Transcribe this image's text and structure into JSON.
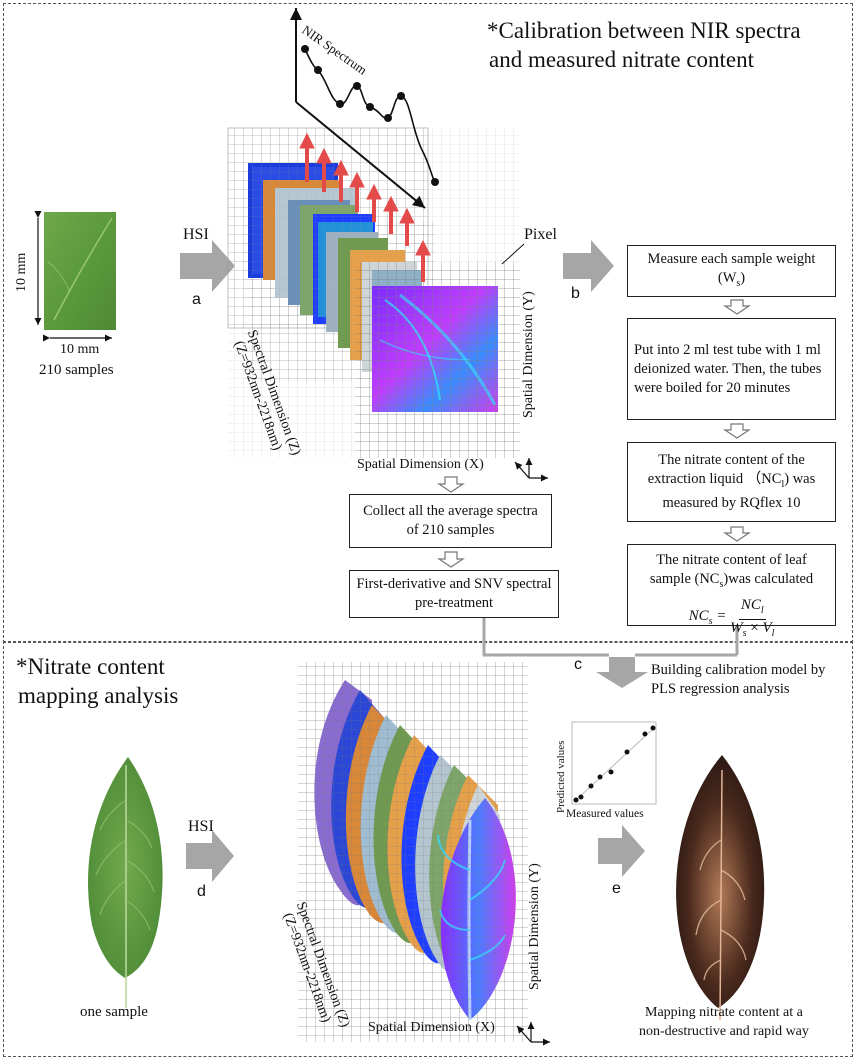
{
  "top_panel": {
    "title_line1": "*Calibration between NIR spectra",
    "title_line2": "and measured nitrate content",
    "nir_spectrum_label": "NIR Spectrum",
    "pixel_label": "Pixel",
    "sample_size_vertical": "10 mm",
    "sample_size_horizontal": "10 mm",
    "sample_count": "210 samples",
    "hsi_label": "HSI",
    "step_a": "a",
    "step_b": "b",
    "spectral_dimension_line1": "Spectral Dimension (Z)",
    "spectral_dimension_line2": "(Z=932nm-2218nm)",
    "spatial_dimension_x": "Spatial Dimension (X)",
    "spatial_dimension_y": "Spatial Dimension (Y)",
    "collect_spectra": "Collect all the average spectra of 210 samples",
    "pretreatment": "First-derivative and SNV spectral pre-treatment",
    "steps": {
      "measure_weight": "Measure each sample weight (W",
      "measure_weight_sub": "s",
      "measure_weight_end": ")",
      "test_tube": "Put into 2 ml test tube with 1 ml deionized water. Then, the tubes were boiled for 20 minutes",
      "nitrate_liquid_1": "The nitrate content of the extraction liquid （NC",
      "nitrate_liquid_sub": "l",
      "nitrate_liquid_2": ") was measured by RQflex 10",
      "nitrate_leaf_1": "The nitrate content of leaf sample (NC",
      "nitrate_leaf_sub": "s",
      "nitrate_leaf_2": ")was calculated"
    },
    "formula": {
      "lhs": "NC",
      "lhs_sub": "s",
      "num": "NC",
      "num_sub": "l",
      "den_a": "W",
      "den_a_sub": "s",
      "den_times": " × ",
      "den_b": "V",
      "den_b_sub": "l"
    }
  },
  "middle": {
    "step_c": "c",
    "calibration_line1": "Building calibration model by",
    "calibration_line2": "PLS regression analysis"
  },
  "bottom_panel": {
    "title_line1": "*Nitrate content",
    "title_line2": "mapping analysis",
    "one_sample": "one sample",
    "hsi_label": "HSI",
    "step_d": "d",
    "step_e": "e",
    "spectral_dimension_line1": "Spectral Dimension (Z)",
    "spectral_dimension_line2": "(Z=932nm-2218nm)",
    "spatial_dimension_x": "Spatial Dimension (X)",
    "spatial_dimension_y": "Spatial Dimension (Y)",
    "predicted_values": "Predicted values",
    "measured_values": "Measured values",
    "mapping_line1": "Mapping nitrate content at a",
    "mapping_line2": "non-destructive and rapid way"
  }
}
